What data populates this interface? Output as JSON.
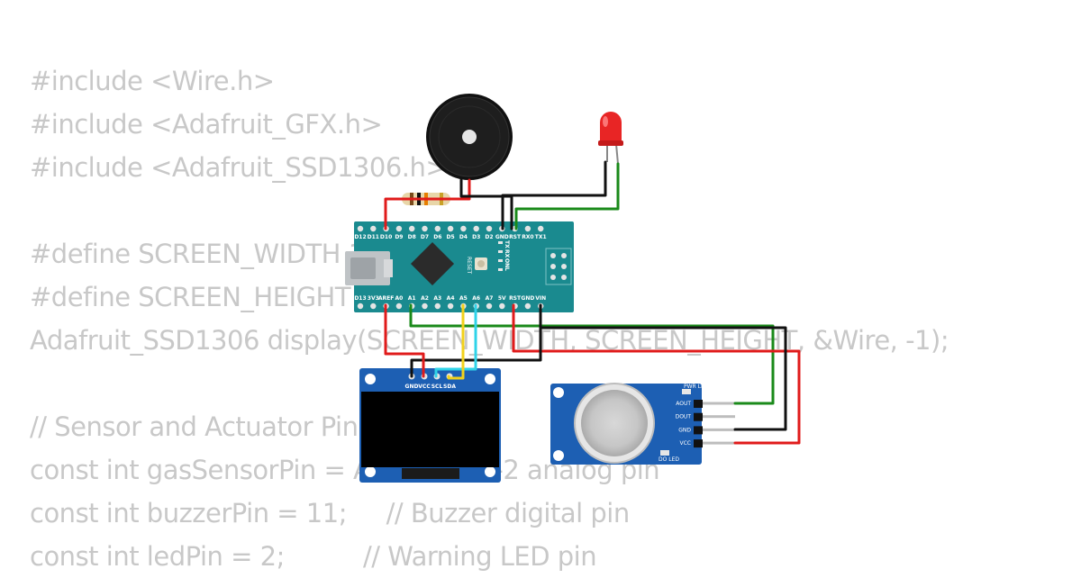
{
  "code": {
    "lines": [
      "#include <Wire.h>",
      "#include <Adafruit_GFX.h>",
      "#include <Adafruit_SSD1306.h>",
      "",
      "#define SCREEN_WIDTH 128",
      "#define SCREEN_HEIGHT 64",
      "Adafruit_SSD1306 display(SCREEN_WIDTH, SCREEN_HEIGHT, &Wire, -1);",
      "",
      "// Sensor and Actuator Pins",
      "const int gasSensorPin = A0;    // MQ-2 analog pin",
      "const int buzzerPin = 11;     // Buzzer digital pin",
      "const int ledPin = 2;          // Warning LED pin"
    ]
  },
  "arduino": {
    "top_pins": [
      "D12",
      "D11",
      "D10",
      "D9",
      "D8",
      "D7",
      "D6",
      "D5",
      "D4",
      "D3",
      "D2",
      "GND",
      "RST",
      "RX0",
      "TX1"
    ],
    "bottom_pins": [
      "D13",
      "3V3",
      "AREF",
      "A0",
      "A1",
      "A2",
      "A3",
      "A4",
      "A5",
      "A6",
      "A7",
      "5V",
      "RST",
      "GND",
      "VIN"
    ],
    "reset_label": "RESET",
    "led_labels": [
      "TX",
      "RX",
      "ON",
      "L"
    ],
    "color": "#1a8a8f"
  },
  "oled": {
    "pins": [
      "GND",
      "VCC",
      "SCL",
      "SDA"
    ],
    "color": "#1d5fb3"
  },
  "gas_sensor": {
    "pins": [
      "AOUT",
      "DOUT",
      "GND",
      "VCC"
    ],
    "pwr_led_label": "PWR LED",
    "do_led_label": "DO LED",
    "color": "#1d5fb3"
  },
  "colors": {
    "wire_red": "#e01b1b",
    "wire_black": "#111111",
    "wire_green": "#1a8a1a",
    "wire_yellow": "#f2d21b",
    "wire_cyan": "#2fd3e8",
    "led": "#e82525"
  },
  "icons": [
    "buzzer-icon",
    "led-icon",
    "resistor-icon",
    "arduino-nano-icon",
    "oled-display-icon",
    "gas-sensor-icon"
  ]
}
